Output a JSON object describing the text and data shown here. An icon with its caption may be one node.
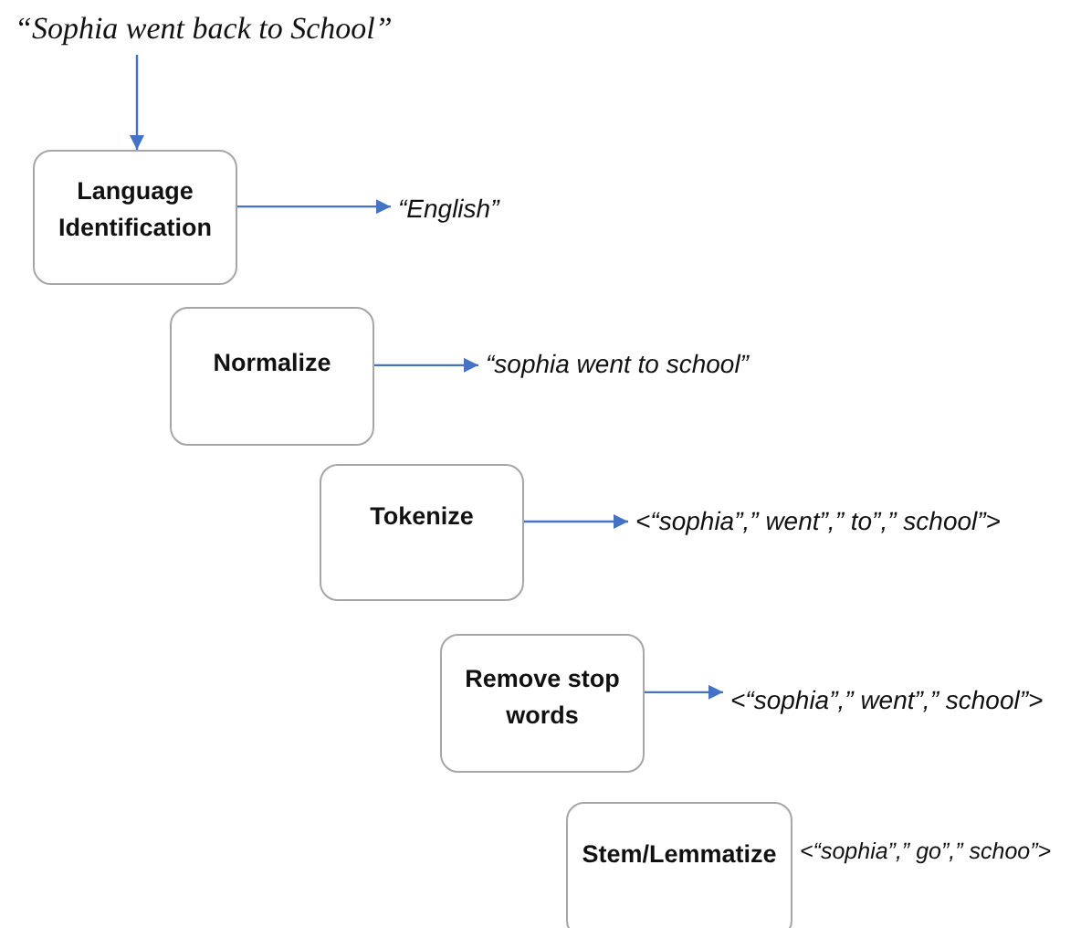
{
  "diagram": {
    "nodes": [
      {
        "text": [
          "“Sophia went back to School”"
        ]
      },
      {
        "text": [
          "Language Identification"
        ]
      },
      {
        "text": [
          "“English”"
        ]
      },
      {
        "text": [
          "Normalize"
        ]
      },
      {
        "text": [
          "“sophia went to school”"
        ]
      },
      {
        "text": [
          "Tokenize"
        ]
      },
      {
        "text": [
          "<“sophia”,” went”,” to”,” school”>"
        ]
      },
      {
        "text": [
          "Remove stop words"
        ]
      },
      {
        "text": [
          "<“sophia”,” went”,” school”>"
        ]
      },
      {
        "text": [
          "Stem/Lemmatize"
        ]
      }
    ],
    "edges": [
      {
        "from": 0,
        "to": 1,
        "arrow": "to"
      },
      {
        "from": 1,
        "to": 2,
        "arrow": "to"
      },
      {
        "from": 3,
        "to": 4,
        "arrow": "to"
      },
      {
        "from": 5,
        "to": 6,
        "arrow": "to"
      },
      {
        "from": 7,
        "to": 8,
        "arrow": "to"
      }
    ],
    "labels": [
      "<“sophia”,” go”,” schoo”>"
    ]
  }
}
